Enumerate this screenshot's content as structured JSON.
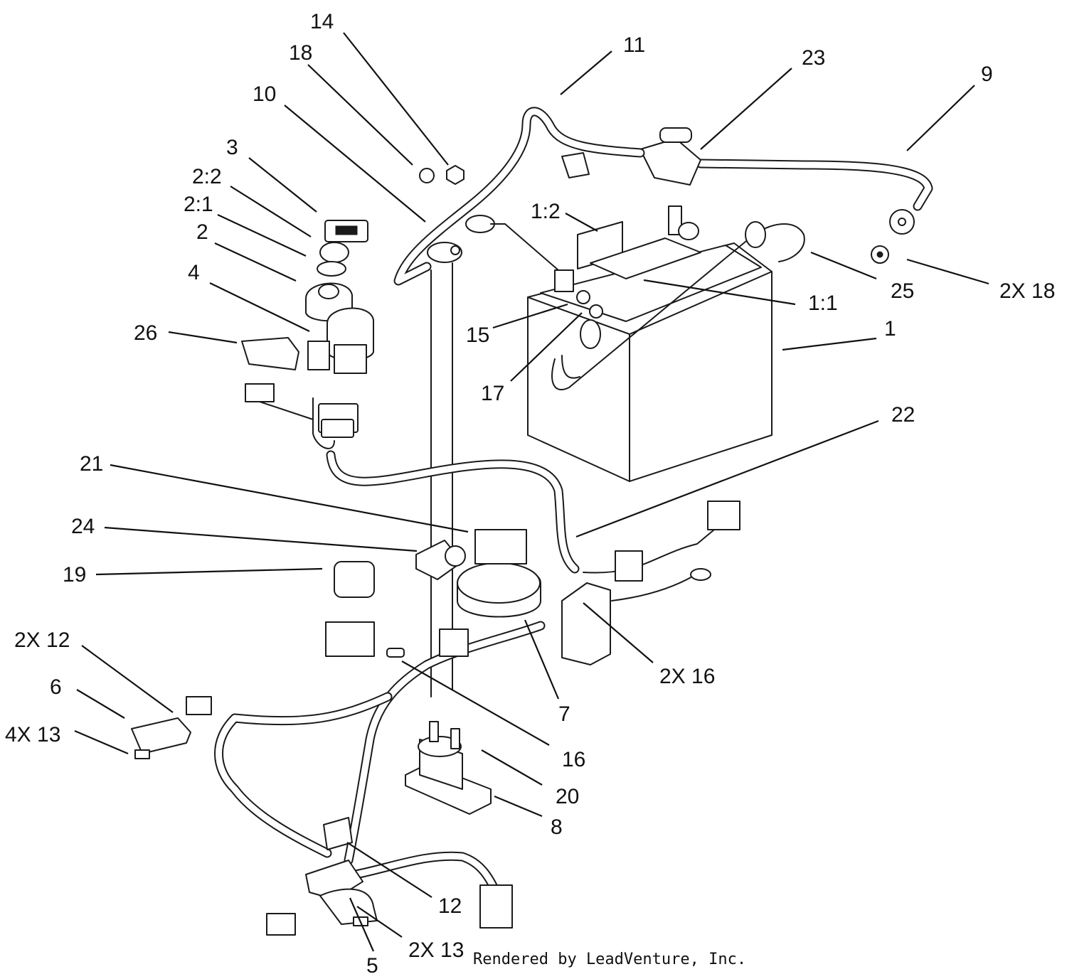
{
  "callouts": [
    {
      "id": "c14",
      "text": "14"
    },
    {
      "id": "c18a",
      "text": "18"
    },
    {
      "id": "c11",
      "text": "11"
    },
    {
      "id": "c23",
      "text": "23"
    },
    {
      "id": "c9",
      "text": "9"
    },
    {
      "id": "c10",
      "text": "10"
    },
    {
      "id": "c3",
      "text": "3"
    },
    {
      "id": "c2_2",
      "text": "2:2"
    },
    {
      "id": "c2_1",
      "text": "2:1"
    },
    {
      "id": "c2",
      "text": "2"
    },
    {
      "id": "c4",
      "text": "4"
    },
    {
      "id": "c26",
      "text": "26"
    },
    {
      "id": "c1_2",
      "text": "1:2"
    },
    {
      "id": "c25",
      "text": "25"
    },
    {
      "id": "c2x18",
      "text": "2X 18"
    },
    {
      "id": "c1_1",
      "text": "1:1"
    },
    {
      "id": "c15",
      "text": "15"
    },
    {
      "id": "c1",
      "text": "1"
    },
    {
      "id": "c17",
      "text": "17"
    },
    {
      "id": "c22",
      "text": "22"
    },
    {
      "id": "c21",
      "text": "21"
    },
    {
      "id": "c24",
      "text": "24"
    },
    {
      "id": "c19",
      "text": "19"
    },
    {
      "id": "c2x16",
      "text": "2X 16"
    },
    {
      "id": "c2x12",
      "text": "2X 12"
    },
    {
      "id": "c7",
      "text": "7"
    },
    {
      "id": "c6",
      "text": "6"
    },
    {
      "id": "c4x13",
      "text": "4X 13"
    },
    {
      "id": "c16",
      "text": "16"
    },
    {
      "id": "c20",
      "text": "20"
    },
    {
      "id": "c8",
      "text": "8"
    },
    {
      "id": "c12",
      "text": "12"
    },
    {
      "id": "c2x13",
      "text": "2X 13"
    },
    {
      "id": "c5",
      "text": "5"
    }
  ],
  "footer": {
    "credit": "Rendered by LeadVenture, Inc."
  }
}
